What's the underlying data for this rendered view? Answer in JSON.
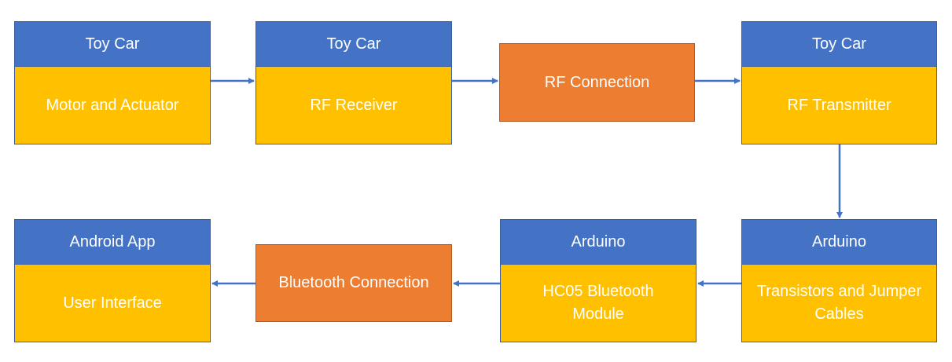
{
  "colors": {
    "header_blue": "#4472c4",
    "body_yellow": "#ffc000",
    "connection_orange": "#ed7d31",
    "arrow": "#4472c4",
    "text": "#ffffff"
  },
  "blocks": {
    "motor": {
      "header": "Toy Car",
      "body": "Motor and Actuator"
    },
    "rf_receiver": {
      "header": "Toy Car",
      "body": "RF Receiver"
    },
    "rf_transmitter": {
      "header": "Toy Car",
      "body": "RF Transmitter"
    },
    "transistors": {
      "header": "Arduino",
      "body": "Transistors and Jumper Cables"
    },
    "hc05": {
      "header": "Arduino",
      "body": "HC05 Bluetooth Module"
    },
    "android": {
      "header": "Android App",
      "body": "User Interface"
    }
  },
  "connections": {
    "rf": "RF Connection",
    "bluetooth": "Bluetooth Connection"
  }
}
